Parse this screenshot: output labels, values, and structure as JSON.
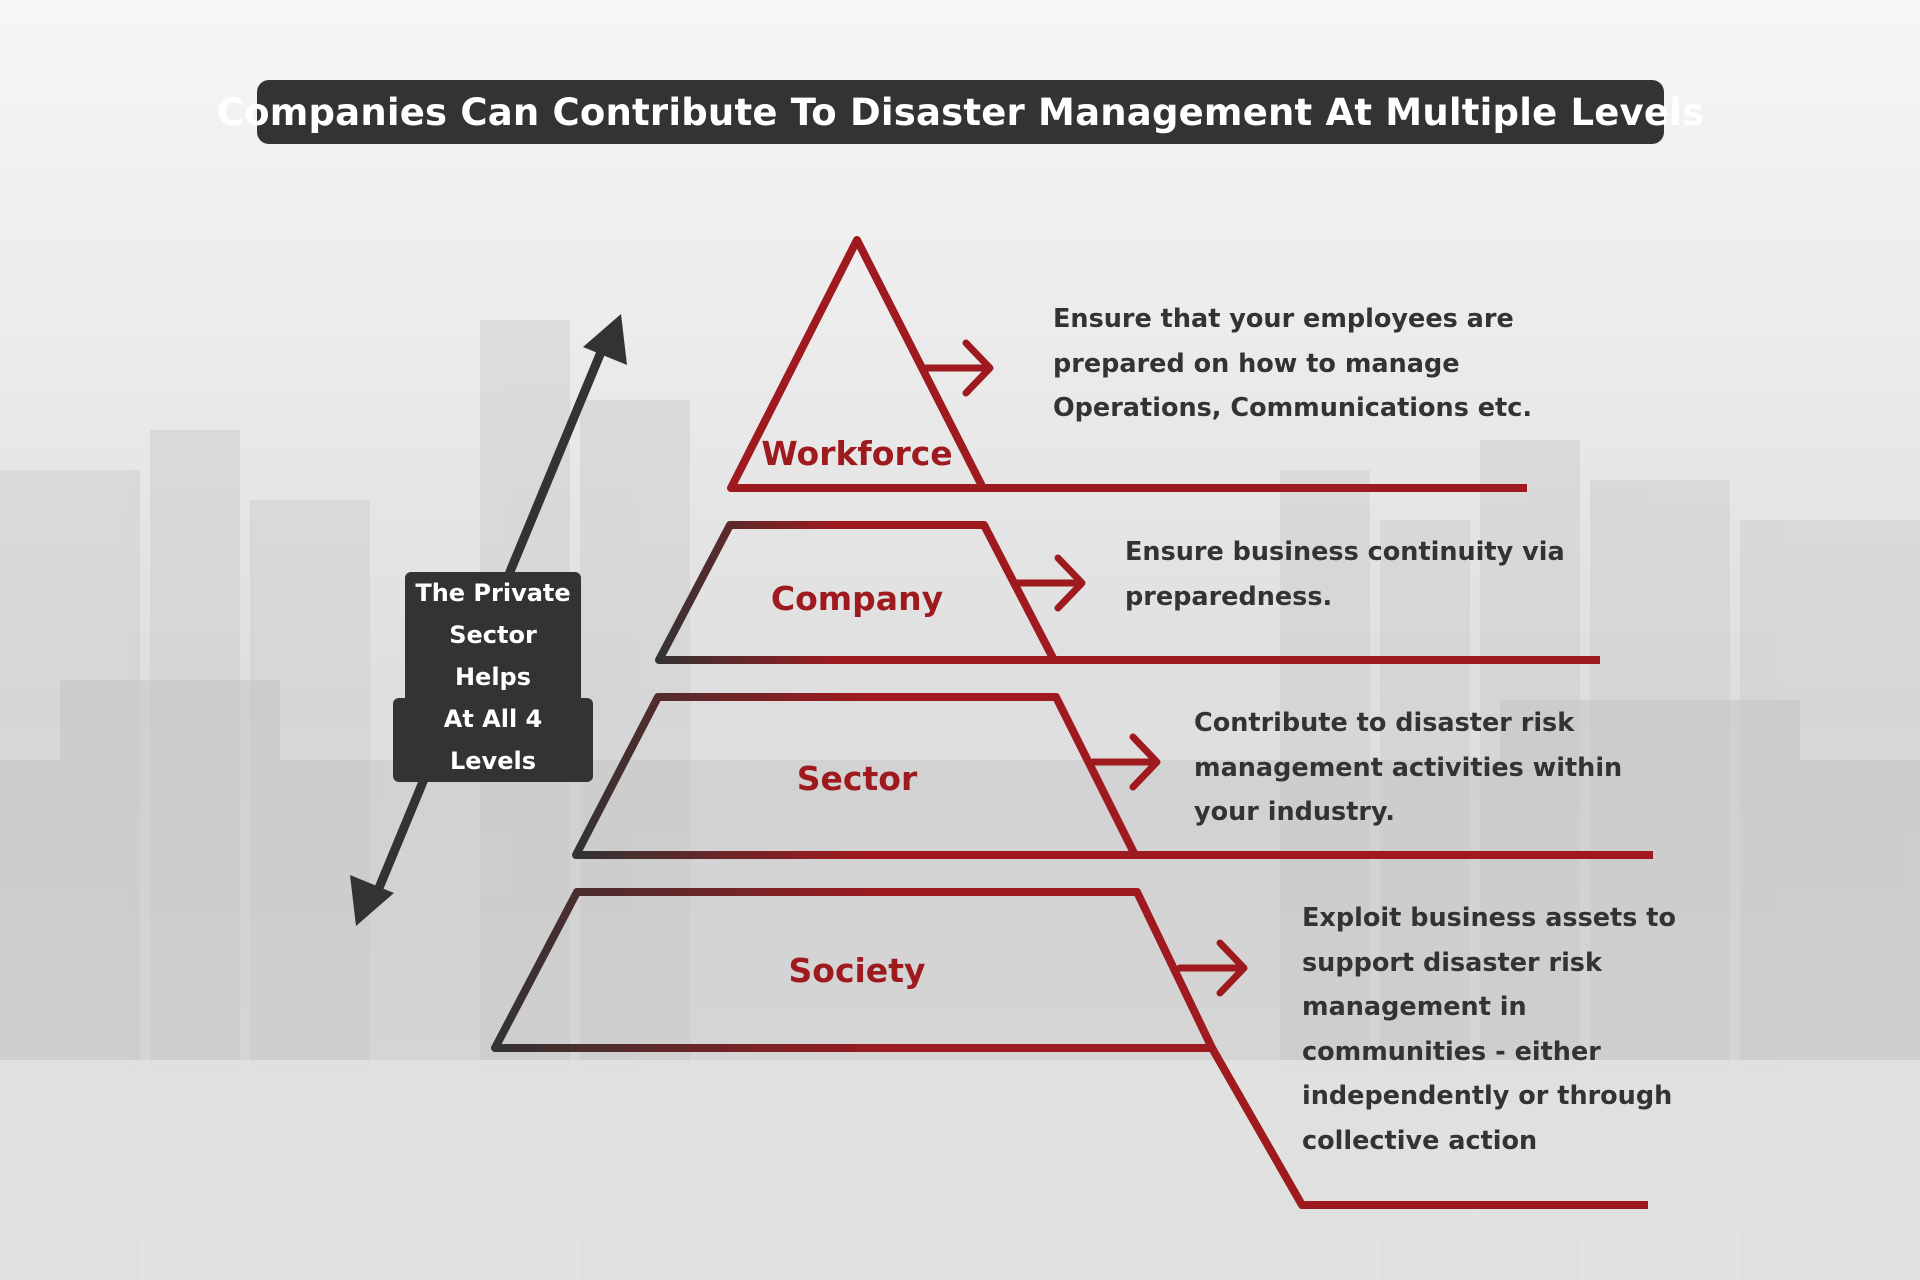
{
  "title": "Companies Can Contribute To Disaster Management At Multiple Levels",
  "side_label": {
    "lines": [
      "The Private",
      "Sector Helps",
      "At All 4 Levels"
    ]
  },
  "levels": [
    {
      "name": "Workforce",
      "description_lines": [
        "Ensure that your employees are",
        "prepared on how to manage",
        "Operations, Communications etc."
      ]
    },
    {
      "name": "Company",
      "description_lines": [
        "Ensure business continuity via",
        "preparedness."
      ]
    },
    {
      "name": "Sector",
      "description_lines": [
        "Contribute to disaster risk",
        "management activities within",
        "your industry."
      ]
    },
    {
      "name": "Society",
      "description_lines": [
        "Exploit business assets to",
        "support disaster risk",
        "management in",
        "communities - either",
        "independently or through",
        "collective action"
      ]
    }
  ],
  "colors": {
    "accent_red": "#9e1a1f",
    "dark": "#333333",
    "title_text": "#ffffff"
  },
  "icons": {
    "double_arrow": "double-headed-arrow-icon",
    "level_arrow": "right-chevron-arrow-icon"
  }
}
